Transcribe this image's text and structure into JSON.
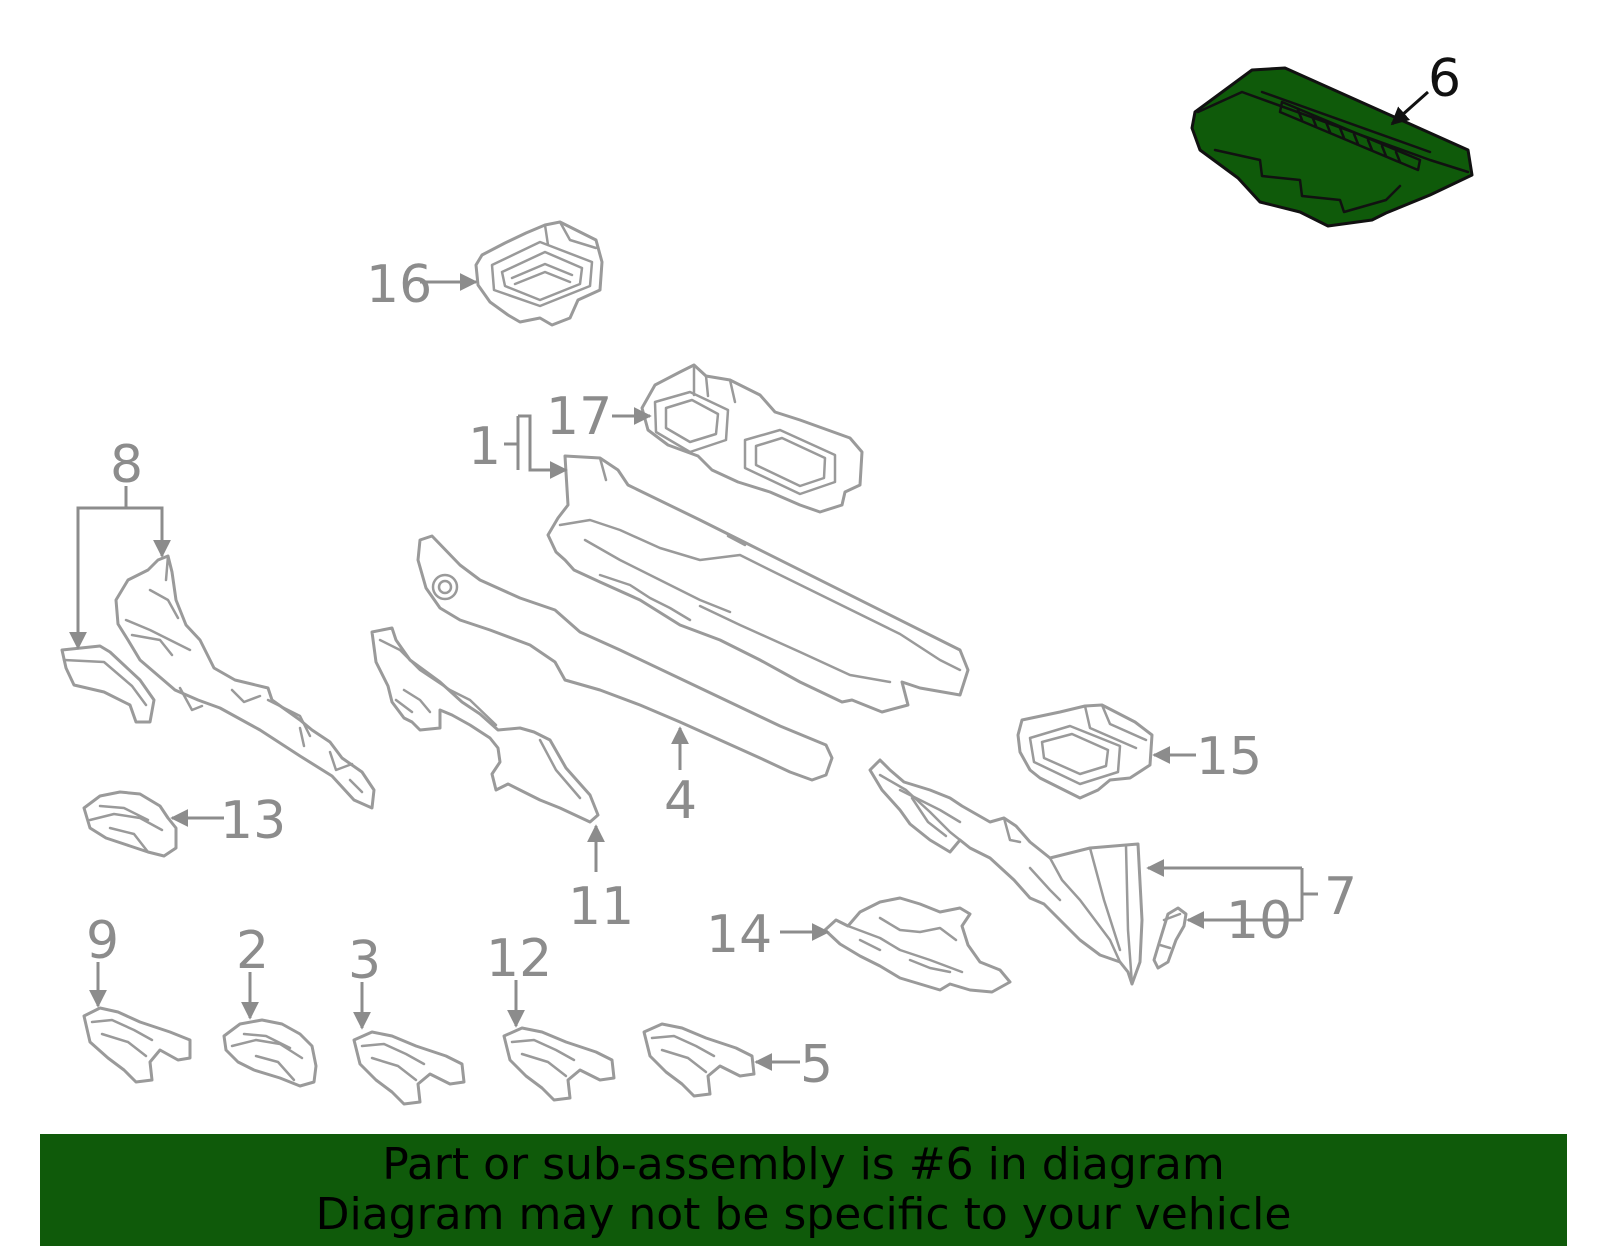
{
  "diagram": {
    "highlighted_part": "6",
    "highlight_color": "#0f5a0a",
    "outline_color": "#9a9a9a",
    "callouts": {
      "c1": "1",
      "c2": "2",
      "c3": "3",
      "c4": "4",
      "c5": "5",
      "c6": "6",
      "c7": "7",
      "c8": "8",
      "c9": "9",
      "c10": "10",
      "c11": "11",
      "c12": "12",
      "c13": "13",
      "c14": "14",
      "c15": "15",
      "c16": "16",
      "c17": "17"
    }
  },
  "banner": {
    "line1": "Part or sub-assembly is #6 in diagram",
    "line2": "Diagram may not be specific to your vehicle",
    "background": "#0f5a0a"
  }
}
